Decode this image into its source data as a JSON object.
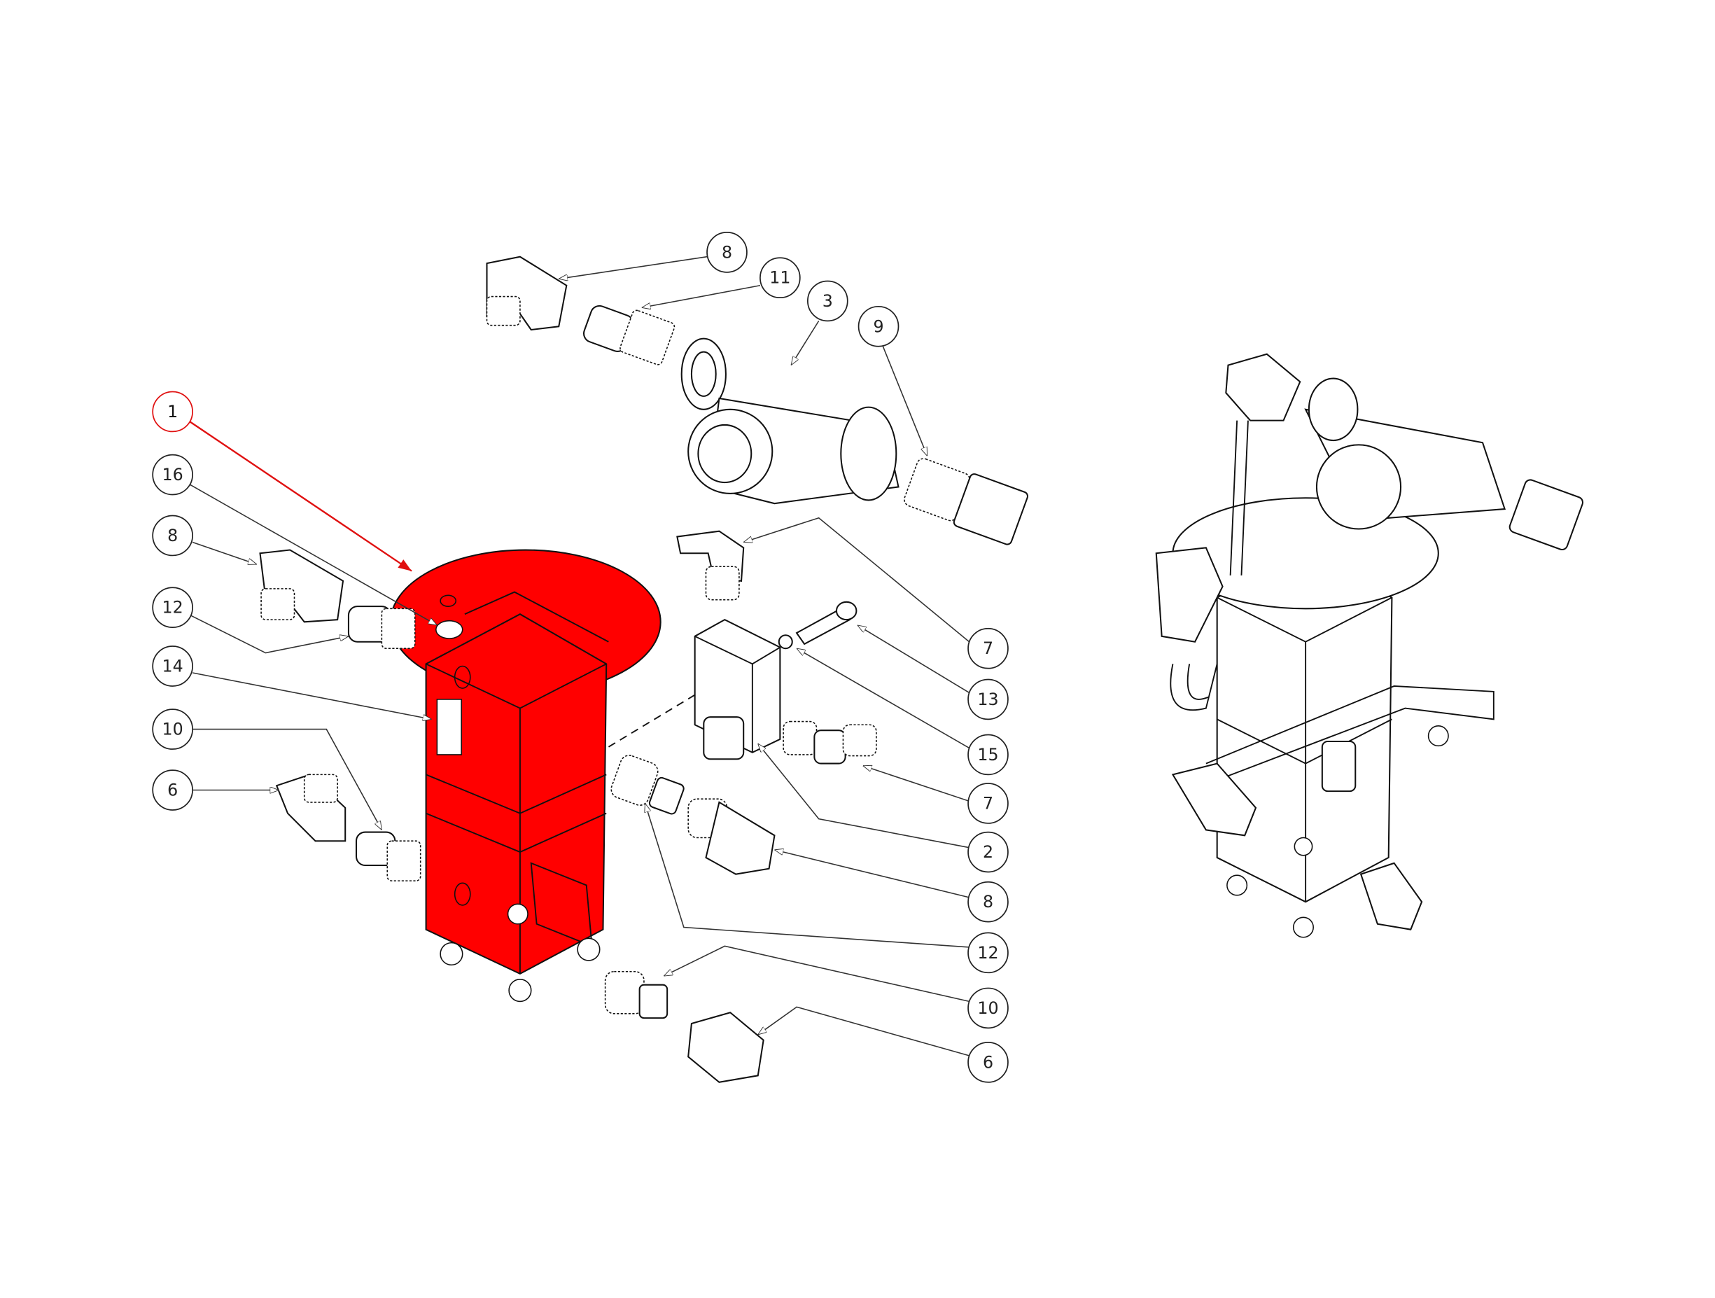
{
  "diagram": {
    "highlight_color": "#ff0000",
    "highlighted_part": "1",
    "callouts_left": [
      "1",
      "16",
      "8",
      "12",
      "14",
      "10",
      "6"
    ],
    "callouts_top": [
      "8",
      "11",
      "3",
      "9"
    ],
    "callouts_right": [
      "7",
      "13",
      "15",
      "7",
      "2",
      "8",
      "12",
      "10",
      "6"
    ]
  }
}
